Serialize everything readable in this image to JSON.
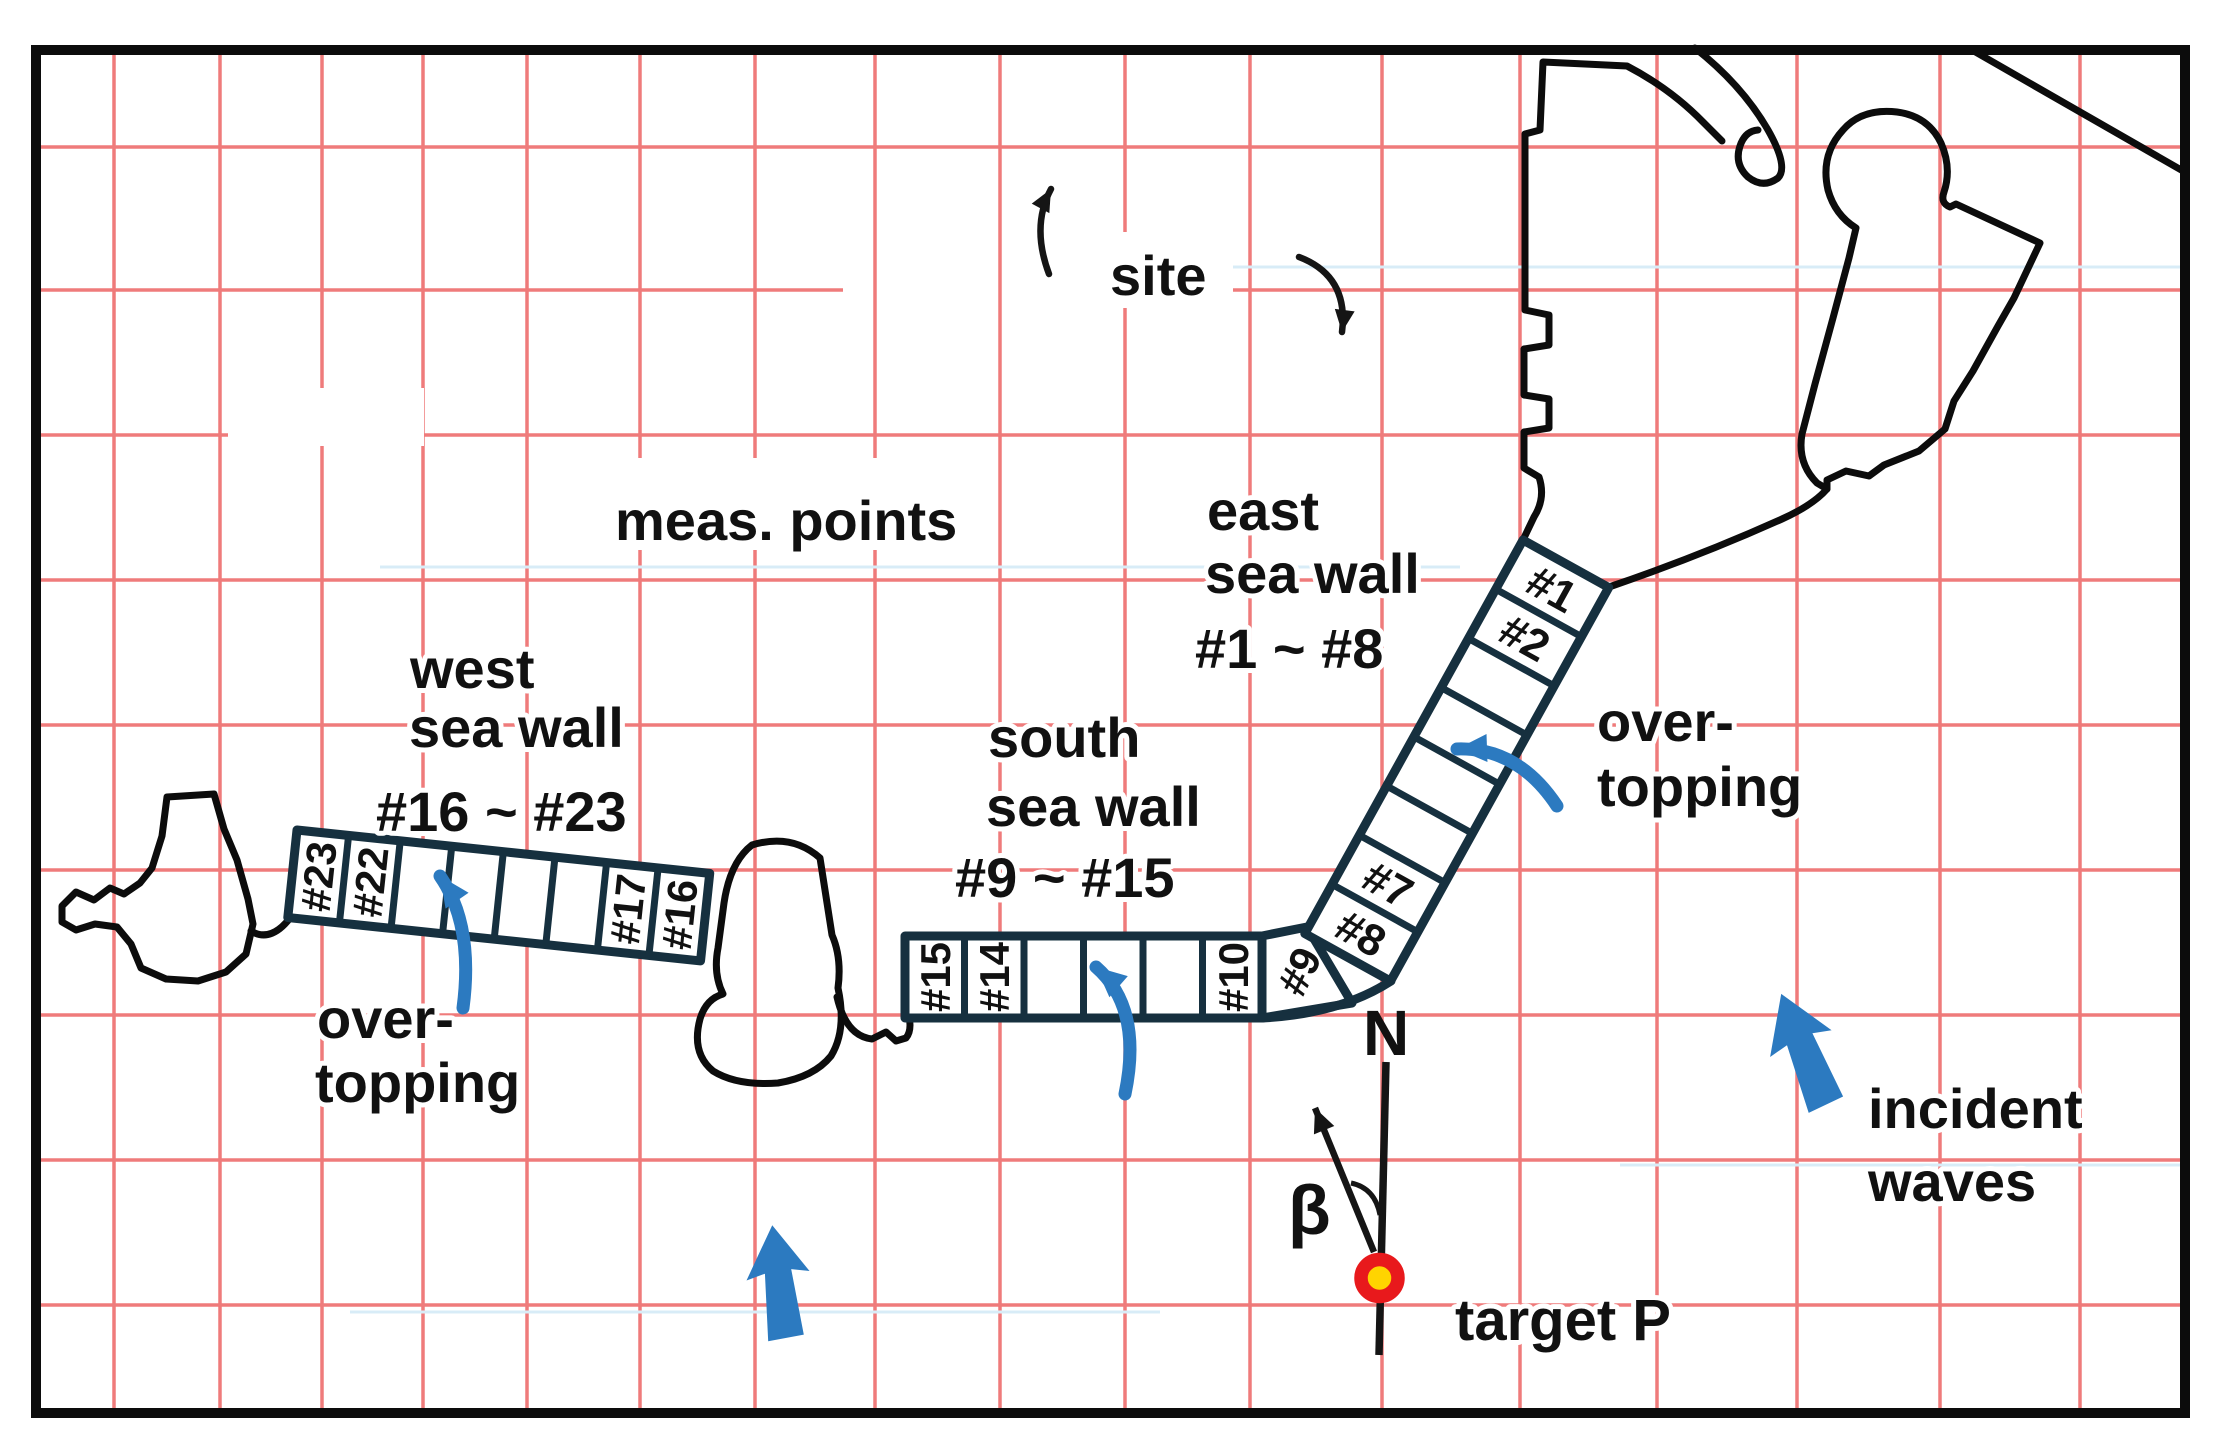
{
  "figure": {
    "site_label": "site",
    "meas_points_label": "meas. points",
    "north_label": "N",
    "beta_label": "β",
    "target_label": "target P",
    "incident_line1": "incident",
    "incident_line2": "waves",
    "overtopping_line1": "over-",
    "overtopping_line2": "topping"
  },
  "walls": {
    "east": {
      "name_line1": "east",
      "name_line2": "sea wall",
      "range": "#1 ~ #8",
      "cells": [
        "#1",
        "#2",
        "",
        "",
        "",
        "",
        "#7",
        "#8"
      ]
    },
    "south": {
      "name_line1": "south",
      "name_line2": "sea wall",
      "range": "#9 ~ #15",
      "cells": [
        "#15",
        "#14",
        "",
        "",
        "",
        "#10",
        "#9"
      ]
    },
    "west": {
      "name_line1": "west",
      "name_line2": "sea wall",
      "range": "#16 ~ #23",
      "cells": [
        "#23",
        "#22",
        "",
        "",
        "",
        "",
        "#17",
        "#16"
      ]
    }
  },
  "colors": {
    "grid_red": "#ef7b7b",
    "scan_cyan": "#d8ecf7",
    "coast_black": "#0c0c0c",
    "wall_stroke": "#16303f",
    "arrow_blue": "#2c7ac0",
    "target_ring_red": "#e8191c",
    "target_center_yellow": "#ffd400",
    "text_black": "#111111"
  }
}
